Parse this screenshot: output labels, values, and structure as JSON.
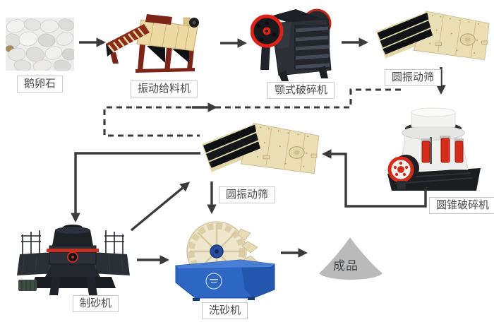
{
  "nodes": {
    "pebbles": {
      "label": "鹅卵石"
    },
    "feeder": {
      "label": "振动给料机"
    },
    "jaw_crusher": {
      "label": "颚式破碎机"
    },
    "screen_top": {
      "label": "圆振动筛"
    },
    "cone_crusher": {
      "label": "圆锥破碎机"
    },
    "screen_mid": {
      "label": "圆振动筛"
    },
    "sand_maker": {
      "label": "制砂机"
    },
    "sand_washer": {
      "label": "洗砂机"
    },
    "product": {
      "label": "成品"
    }
  },
  "flow": [
    {
      "from": "鹅卵石",
      "to": "振动给料机",
      "style": "solid"
    },
    {
      "from": "振动给料机",
      "to": "颚式破碎机",
      "style": "solid"
    },
    {
      "from": "颚式破碎机",
      "to": "圆振动筛(上)",
      "style": "solid"
    },
    {
      "from": "圆振动筛(上)",
      "to": "圆锥破碎机",
      "style": "solid"
    },
    {
      "from": "圆锥破碎机",
      "to": "圆振动筛(中)",
      "style": "solid"
    },
    {
      "from": "圆振动筛(中)",
      "to": "制砂机",
      "style": "solid"
    },
    {
      "from": "制砂机",
      "to": "圆振动筛(中)",
      "style": "solid"
    },
    {
      "from": "圆振动筛(中)",
      "to": "洗砂机",
      "style": "solid"
    },
    {
      "from": "制砂机",
      "to": "洗砂机",
      "style": "solid"
    },
    {
      "from": "洗砂机",
      "to": "成品",
      "style": "solid"
    },
    {
      "from": "圆振动筛(上)",
      "to": "圆振动筛(中)",
      "style": "dashed"
    }
  ],
  "colors": {
    "arrow": "#3a3a3a",
    "label_border": "#c9c9c9",
    "label_text": "#4a4a4a",
    "feeder_body": "#ecd9a4",
    "feeder_red": "#7c2417",
    "crusher_dark": "#2c3036",
    "flywheel_red": "#df2117",
    "screen_cream": "#eadfb4",
    "screen_deck": "#0e0f12",
    "cone_white": "#efefed",
    "cone_red": "#d42d1c",
    "washer_blue": "#2e66c4",
    "wheel_cream": "#eee6cd",
    "product_gray": "#b9bab9"
  }
}
